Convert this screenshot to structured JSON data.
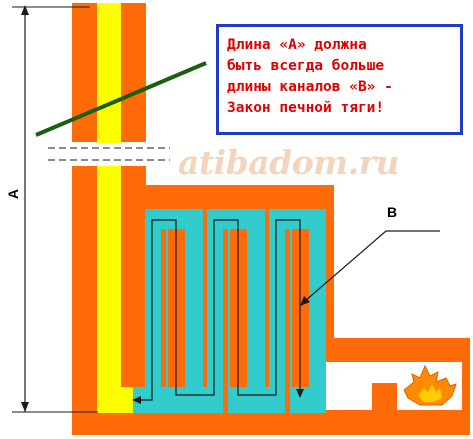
{
  "note": {
    "lines": [
      "Длина «А» должна",
      "быть всегда больше",
      "длины каналов «В» -",
      "Закон печной тяги!"
    ]
  },
  "watermark": "atibadom.ru",
  "labels": {
    "a": "A",
    "b": "B"
  },
  "colors": {
    "brick": "#ff6b08",
    "flue": "#ffff00",
    "channels": "#33cccc",
    "note_border": "#1f3cc6",
    "note_text": "#e00000",
    "fire": "#ff8a00"
  }
}
